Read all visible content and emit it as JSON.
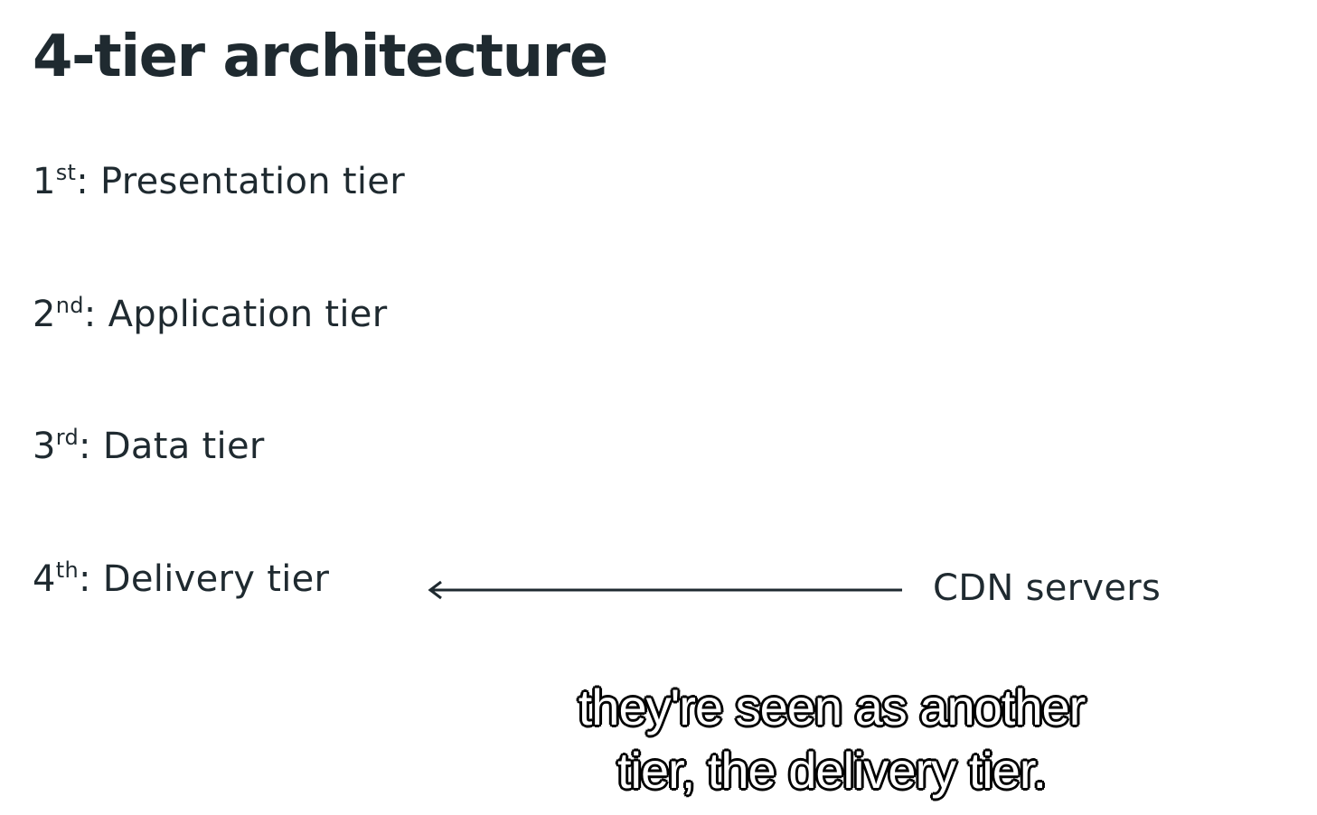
{
  "slide": {
    "title": "4-tier architecture",
    "tiers": [
      {
        "ordinal": "1",
        "suffix": "st",
        "label": ": Presentation tier"
      },
      {
        "ordinal": "2",
        "suffix": "nd",
        "label": ": Application tier"
      },
      {
        "ordinal": "3",
        "suffix": "rd",
        "label": ": Data tier"
      },
      {
        "ordinal": "4",
        "suffix": "th",
        "label": ": Delivery tier"
      }
    ],
    "annotation": {
      "label": "CDN servers",
      "arrow_icon": "left-arrow-icon"
    }
  },
  "subtitle": {
    "lines": [
      "they're seen as another",
      "tier, the delivery tier."
    ]
  },
  "colors": {
    "background": "#ffffff",
    "text": "#1f2a30",
    "subtitle_fill": "#ffffff",
    "subtitle_outline": "#000000"
  }
}
